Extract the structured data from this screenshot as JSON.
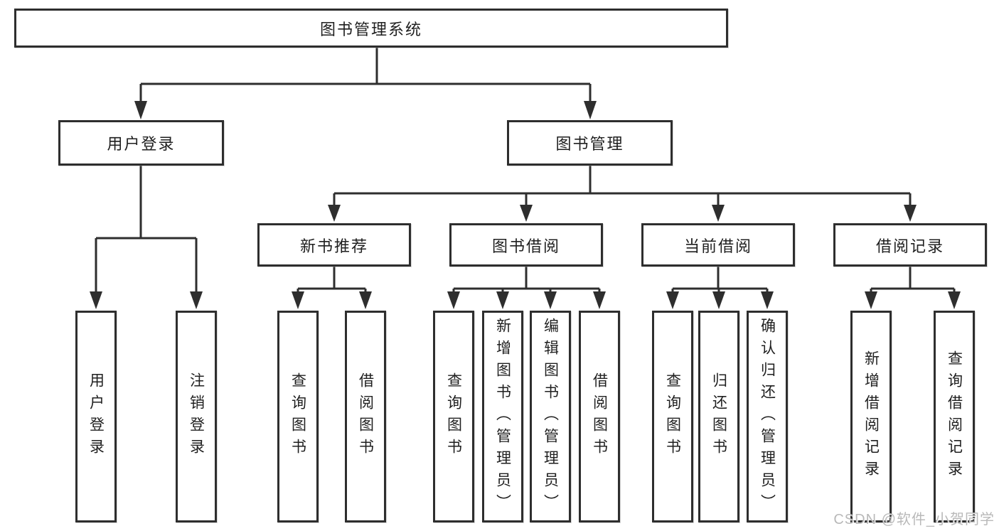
{
  "page": {
    "watermark": "CSDN @软件_小贺同学"
  },
  "colors": {
    "line": "#2e2e2e",
    "box_border": "#2e2e2e",
    "text": "#1f1f1f",
    "watermark_text": "#b9b9b9",
    "background": "#ffffff"
  },
  "diagram": {
    "root": {
      "label": "图书管理系统"
    },
    "level2": [
      {
        "label": "用户登录"
      },
      {
        "label": "图书管理"
      }
    ],
    "level3": [
      {
        "label": "新书推荐"
      },
      {
        "label": "图书借阅"
      },
      {
        "label": "当前借阅"
      },
      {
        "label": "借阅记录"
      }
    ],
    "groups": {
      "user_login": [
        {
          "label": "用户登录"
        },
        {
          "label": "注销登录"
        }
      ],
      "new_book_recommend": [
        {
          "label": "查询图书"
        },
        {
          "label": "借阅图书"
        }
      ],
      "book_borrow": [
        {
          "label": "查询图书"
        },
        {
          "label": "新增图书（管理员）"
        },
        {
          "label": "编辑图书（管理员）"
        },
        {
          "label": "借阅图书"
        }
      ],
      "current_borrow": [
        {
          "label": "查询图书"
        },
        {
          "label": "归还图书"
        },
        {
          "label": "确认归还（管理员）"
        }
      ],
      "borrow_record": [
        {
          "label": "新增借阅记录"
        },
        {
          "label": "查询借阅记录"
        }
      ]
    }
  }
}
